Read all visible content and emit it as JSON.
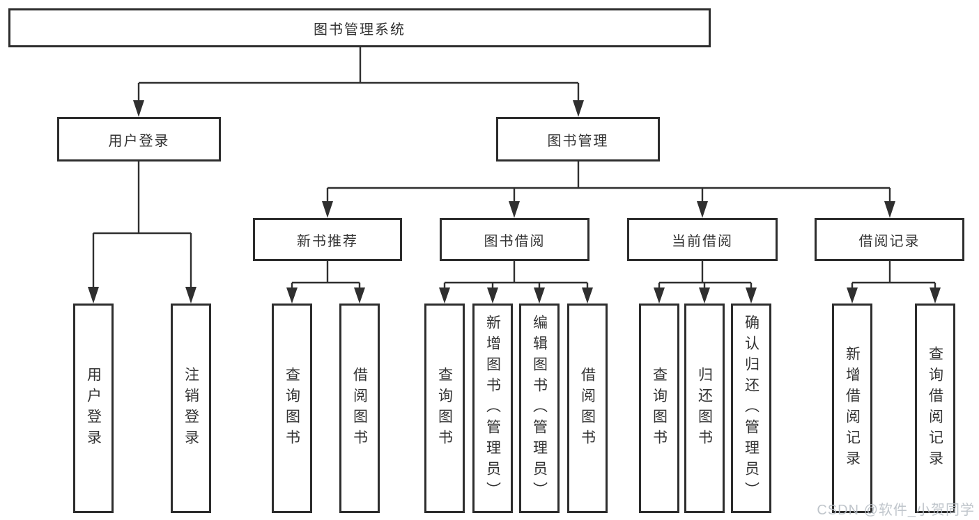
{
  "title": "图书管理系统",
  "watermark": "CSDN @软件_小贺同学",
  "colors": {
    "line": "#2f2f2f",
    "box_border": "#2d2d2d",
    "box_fill": "#ffffff",
    "text": "#333333",
    "watermark": "#b9bfc6"
  },
  "nodes": {
    "user_login": "用户登录",
    "book_management": "图书管理",
    "new_book_recommend": "新书推荐",
    "book_borrowing": "图书借阅",
    "current_borrowing": "当前借阅",
    "borrow_records": "借阅记录"
  },
  "leaves": {
    "user_login_login": "用户登录",
    "user_login_logout": "注销登录",
    "recommend_query": "查询图书",
    "recommend_borrow": "借阅图书",
    "borrowing_query": "查询图书",
    "borrowing_add": "新增图书（管理员）",
    "borrowing_edit": "编辑图书（管理员）",
    "borrowing_borrow": "借阅图书",
    "current_query": "查询图书",
    "current_return": "归还图书",
    "current_confirm": "确认归还（管理员）",
    "records_add": "新增借阅记录",
    "records_query": "查询借阅记录"
  }
}
